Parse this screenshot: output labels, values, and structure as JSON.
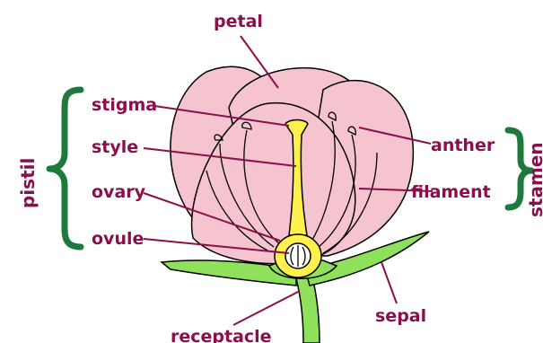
{
  "labels": {
    "petal": "petal",
    "stigma": "stigma",
    "style": "style",
    "ovary": "ovary",
    "ovule": "ovule",
    "anther": "anther",
    "filament": "filament",
    "sepal": "sepal",
    "receptacle": "receptacle",
    "pistil": "pistil",
    "stamen": "stamen"
  },
  "colors": {
    "label_text": "#8a0f4a",
    "petal_fill": "#f6c4cf",
    "stem_fill": "#8fe05a",
    "brace": "#1e7a3c",
    "pistil_fill": "#fff04d"
  }
}
